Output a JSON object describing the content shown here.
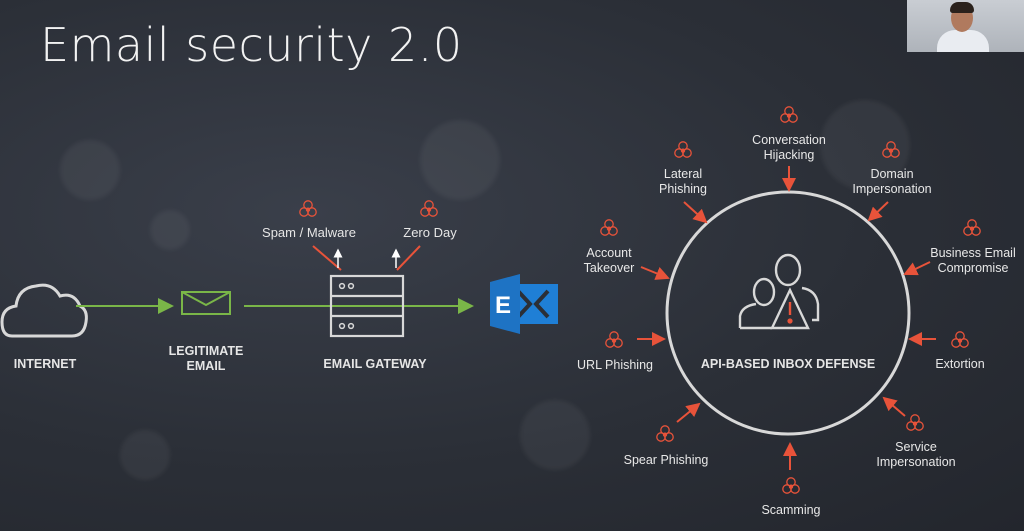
{
  "slide": {
    "title": "Email security 2.0"
  },
  "flow": {
    "internet": "INTERNET",
    "legitimate_email": "LEGITIMATE\nEMAIL",
    "email_gateway": "EMAIL GATEWAY",
    "gateway_threats": [
      "Spam / Malware",
      "Zero Day"
    ]
  },
  "inbox_defense": {
    "label": "API-BASED INBOX DEFENSE",
    "threats": [
      "Conversation\nHijacking",
      "Domain\nImpersonation",
      "Business Email\nCompromise",
      "Extortion",
      "Service\nImpersonation",
      "Scamming",
      "Spear Phishing",
      "URL Phishing",
      "Account\nTakeover",
      "Lateral\nPhishing"
    ]
  },
  "colors": {
    "arrow_green": "#7ab648",
    "arrow_red": "#e8533a",
    "exchange_blue": "#1f7fd6",
    "line_gray": "#d8d8d8"
  },
  "icons": [
    "cloud-icon",
    "envelope-icon",
    "server-icon",
    "exchange-icon",
    "biohazard-icon",
    "users-warning-icon"
  ]
}
